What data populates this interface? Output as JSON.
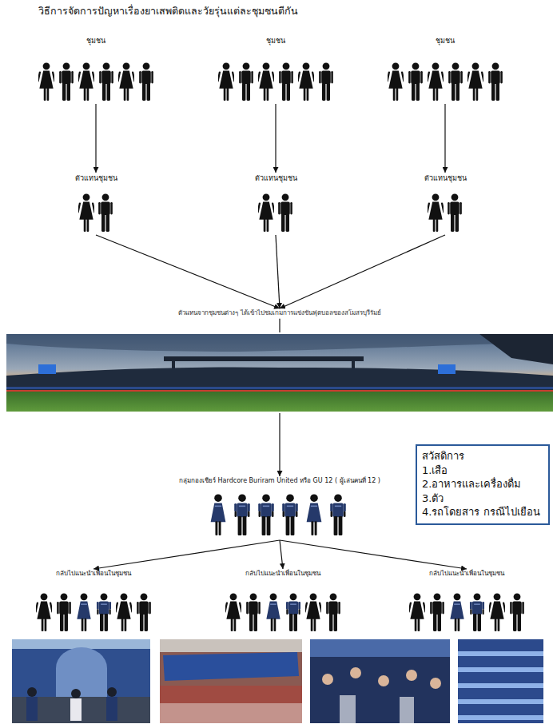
{
  "diagram": {
    "title": "วิธีการจัดการปัญหาเรื่องยาเสพติดและวัยรุ่นแต่ละชุมชนตีกัน",
    "nodes": [
      {
        "text": [
          "ชุมชน"
        ]
      },
      {
        "text": [
          "ชุมชน"
        ]
      },
      {
        "text": [
          "ชุมชน"
        ]
      },
      {
        "text": [
          "ตัวแทนชุมชน"
        ]
      },
      {
        "text": [
          "ตัวแทนชุมชน"
        ]
      },
      {
        "text": [
          "ตัวแทนชุมชน"
        ]
      },
      {
        "text": [
          "ตัวแทนจากชุมชนต่างๆ ได้เข้าไปชมเกมการแข่งขันฟุตบอลของสโมสรบุรีรัมย์"
        ]
      },
      {
        "text": [
          "สวัสดิการ",
          "1.เสือ",
          "2.อาหารและเครื่องดื่ม",
          "3.ตัว",
          "4.รถโดยสาร กรณีไปเยือน"
        ]
      },
      {
        "text": [
          "กลุ่มกองเชียร์ Hardcore Buriram United หรือ GU 12 ( ผู้เล่นคนที่ 12 )"
        ]
      },
      {
        "text": [
          "กลับไปแนะนำเพื่อนในชุมชน"
        ]
      },
      {
        "text": [
          "กลับไปแนะนำเพื่อนในชุมชน"
        ]
      },
      {
        "text": [
          "กลับไปแนะนำเพื่อนในชุมชน"
        ]
      }
    ],
    "edges": [
      {
        "from": 0,
        "to": 3,
        "arrow": "to"
      },
      {
        "from": 1,
        "to": 4,
        "arrow": "to"
      },
      {
        "from": 2,
        "to": 5,
        "arrow": "to"
      },
      {
        "from": 3,
        "to": 6,
        "arrow": "to"
      },
      {
        "from": 4,
        "to": 6,
        "arrow": "to"
      },
      {
        "from": 5,
        "to": 6,
        "arrow": "to"
      },
      {
        "from": 6,
        "to": 8,
        "arrow": "to"
      },
      {
        "from": 8,
        "to": 9,
        "arrow": "to"
      },
      {
        "from": 8,
        "to": 10,
        "arrow": "to"
      },
      {
        "from": 8,
        "to": 11,
        "arrow": "to"
      }
    ]
  }
}
